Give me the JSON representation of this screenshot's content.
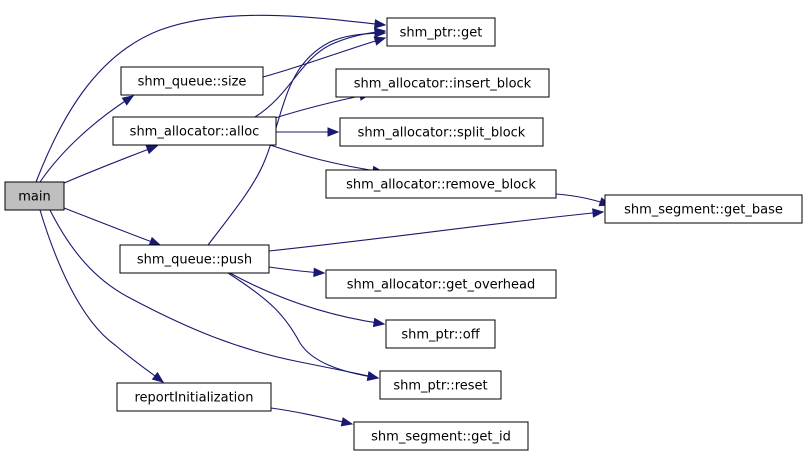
{
  "diagram": {
    "edge_color": "#191970",
    "root_fill": "#bfbfbf",
    "nodes": [
      {
        "id": "main",
        "label": "main"
      },
      {
        "id": "queue_size",
        "label": "shm_queue::size"
      },
      {
        "id": "alloc",
        "label": "shm_allocator::alloc"
      },
      {
        "id": "queue_push",
        "label": "shm_queue::push"
      },
      {
        "id": "report_init",
        "label": "reportInitialization"
      },
      {
        "id": "ptr_get",
        "label": "shm_ptr::get"
      },
      {
        "id": "insert_block",
        "label": "shm_allocator::insert_block"
      },
      {
        "id": "split_block",
        "label": "shm_allocator::split_block"
      },
      {
        "id": "remove_block",
        "label": "shm_allocator::remove_block"
      },
      {
        "id": "get_overhead",
        "label": "shm_allocator::get_overhead"
      },
      {
        "id": "ptr_off",
        "label": "shm_ptr::off"
      },
      {
        "id": "ptr_reset",
        "label": "shm_ptr::reset"
      },
      {
        "id": "seg_get_id",
        "label": "shm_segment::get_id"
      },
      {
        "id": "seg_get_base",
        "label": "shm_segment::get_base"
      }
    ],
    "edges": [
      {
        "from": "main",
        "to": "ptr_get"
      },
      {
        "from": "main",
        "to": "queue_size"
      },
      {
        "from": "main",
        "to": "alloc"
      },
      {
        "from": "main",
        "to": "queue_push"
      },
      {
        "from": "main",
        "to": "ptr_reset"
      },
      {
        "from": "main",
        "to": "report_init"
      },
      {
        "from": "queue_size",
        "to": "ptr_get"
      },
      {
        "from": "alloc",
        "to": "ptr_get"
      },
      {
        "from": "alloc",
        "to": "insert_block"
      },
      {
        "from": "alloc",
        "to": "split_block"
      },
      {
        "from": "alloc",
        "to": "remove_block"
      },
      {
        "from": "remove_block",
        "to": "seg_get_base"
      },
      {
        "from": "queue_push",
        "to": "ptr_get"
      },
      {
        "from": "queue_push",
        "to": "seg_get_base"
      },
      {
        "from": "queue_push",
        "to": "get_overhead"
      },
      {
        "from": "queue_push",
        "to": "ptr_off"
      },
      {
        "from": "queue_push",
        "to": "ptr_reset"
      },
      {
        "from": "report_init",
        "to": "seg_get_id"
      }
    ]
  }
}
